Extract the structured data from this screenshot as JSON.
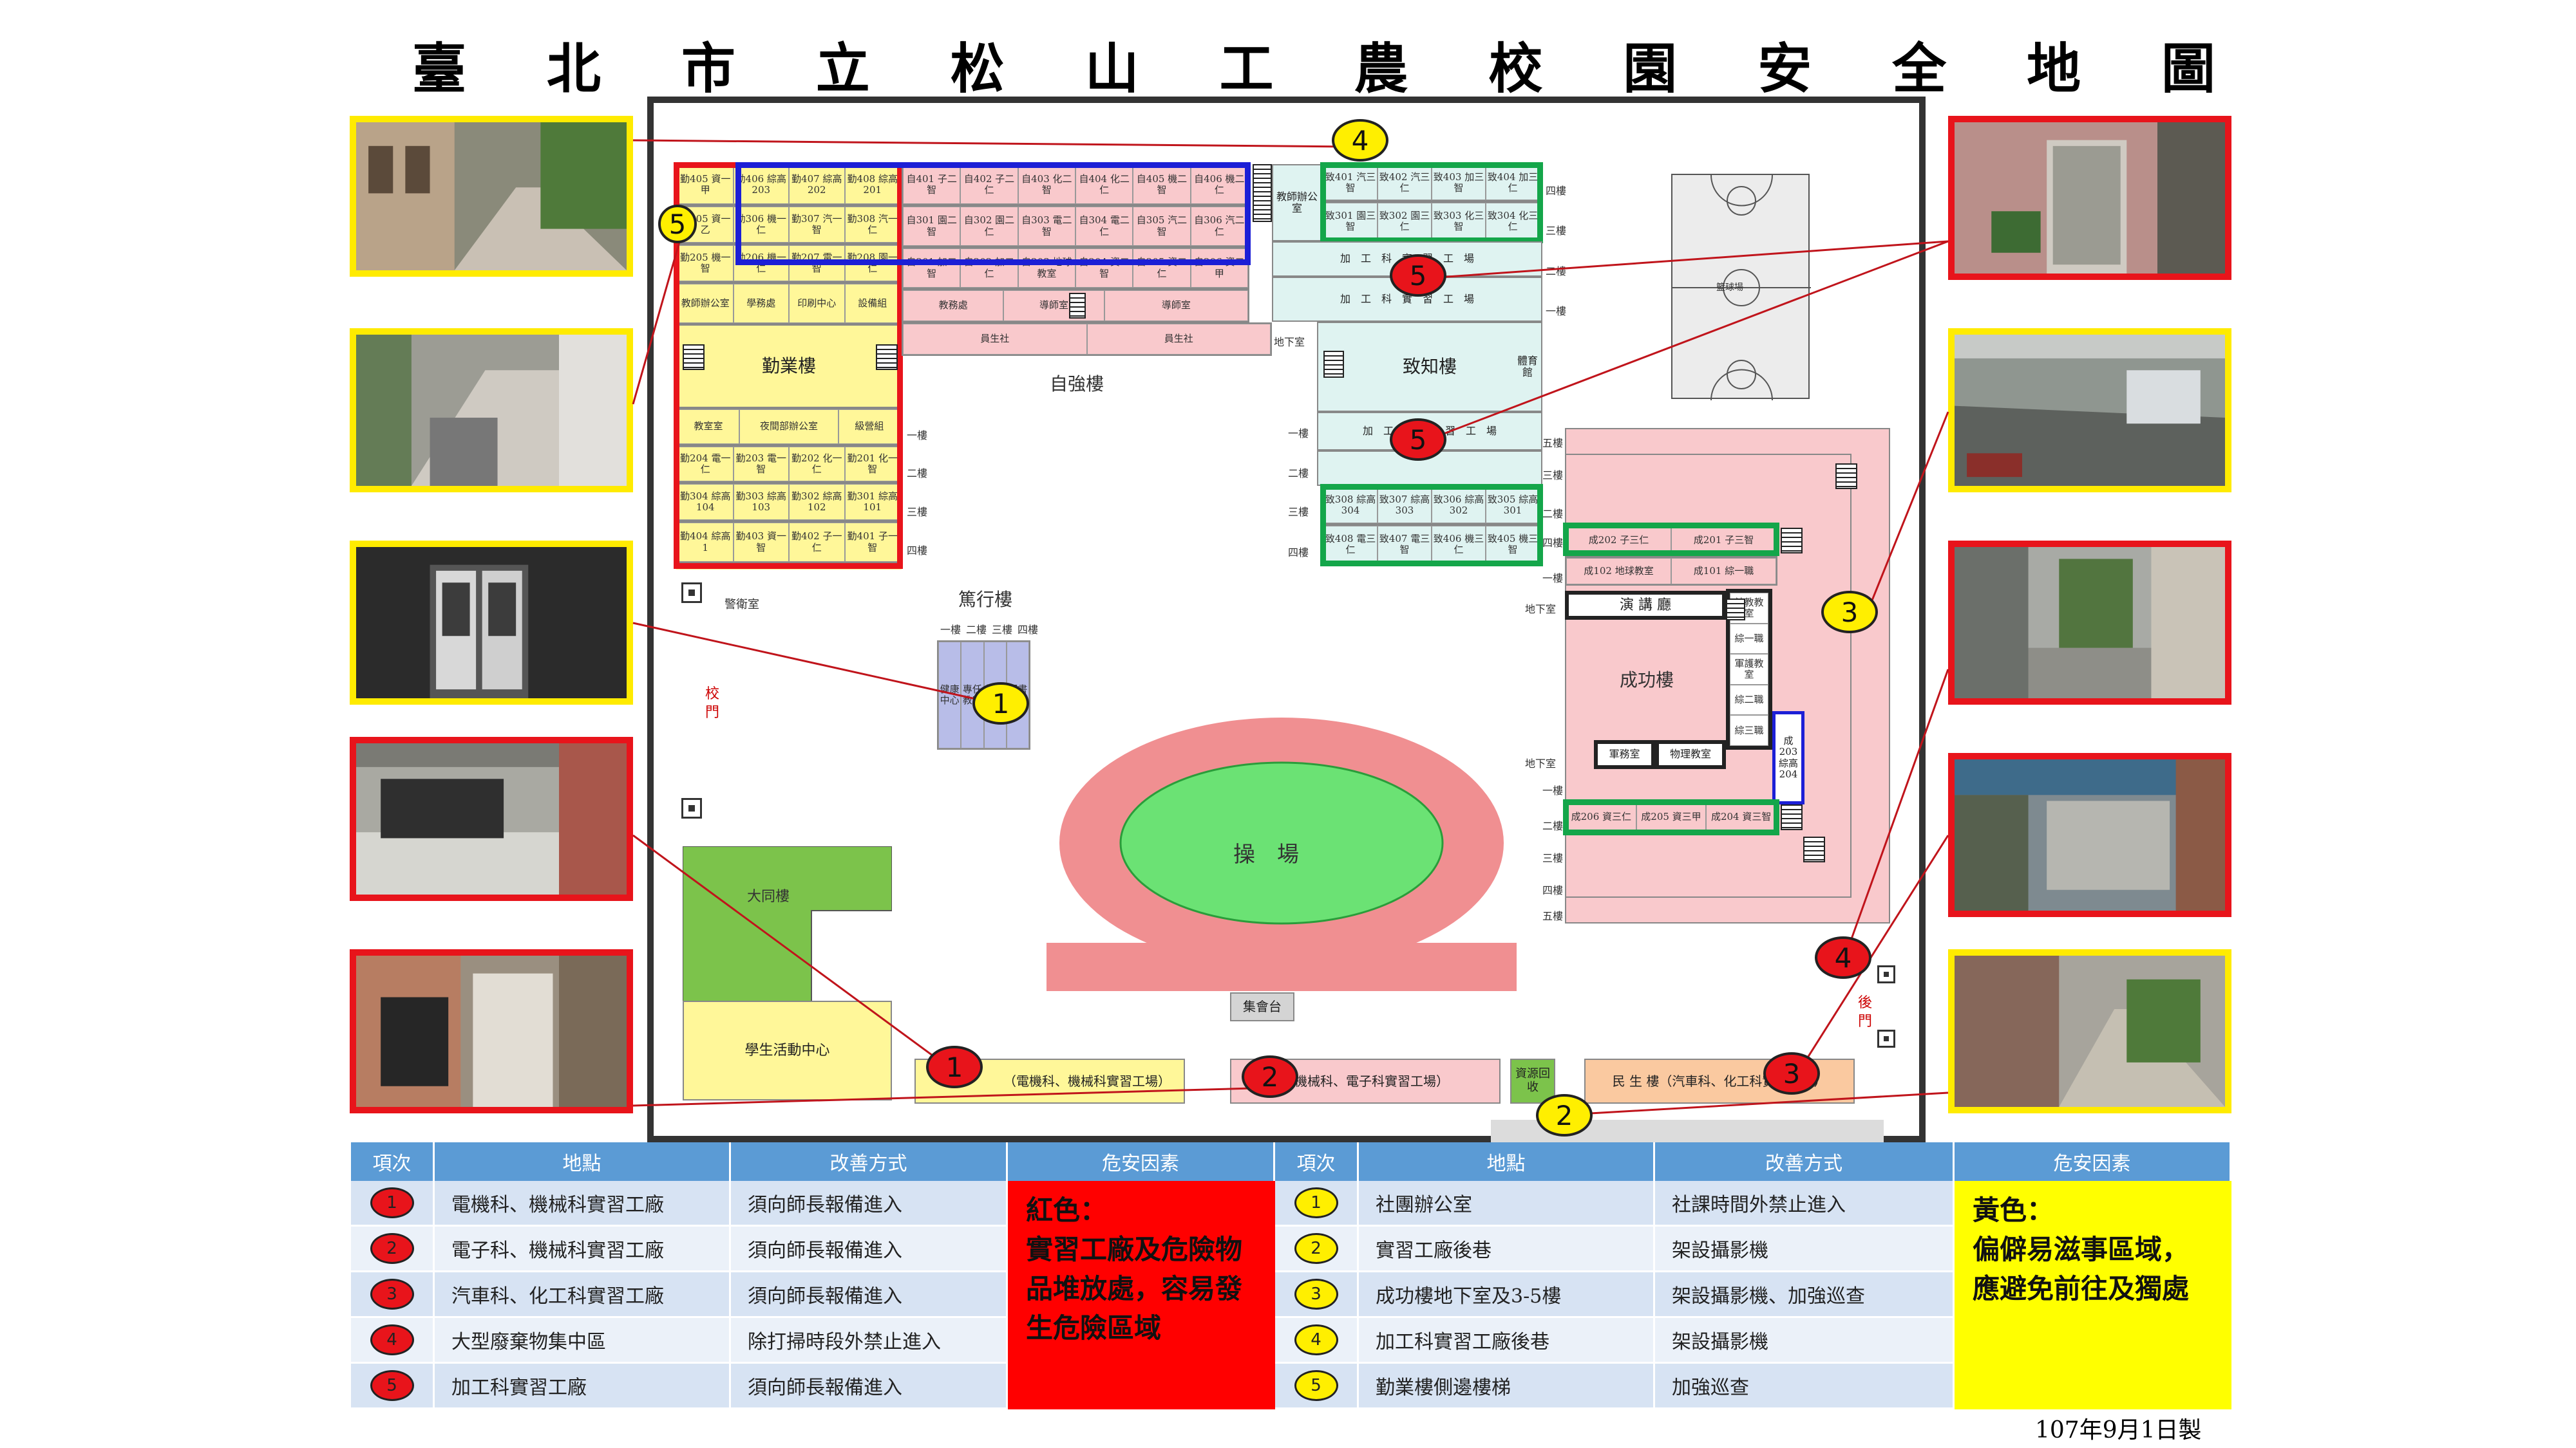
{
  "title": "臺北市立松山工農校園安全地圖",
  "footer_date": "107年9月1日製",
  "colors": {
    "red": "#e8141b",
    "yellow": "#ffef00",
    "blue": "#1c1fd6",
    "green": "#14a64a"
  },
  "buildings": {
    "qinye": "勤業樓",
    "ziqiang": "自強樓",
    "zhizhi": "致知樓",
    "duxing": "篤行樓",
    "chenggong": "成功樓",
    "datong": "大同樓",
    "student_center": "學生活動中心",
    "playground": "操　場",
    "assembly": "集會台",
    "basketball": "籃球場",
    "guard": "警衛室",
    "front_gate": "校門",
    "back_gate": "後門",
    "lecture_hall": "演 講 廳",
    "military": "軍務室",
    "physics": "物理教室",
    "hall_gym": "體育館",
    "workshop_elec": "（電機科、機械科實習工場）",
    "workshop_mech": "（機械科、電子科實習工場）",
    "recycle": "資源回收",
    "minsheng": "民 生 樓（汽車科、化工科實習工場）",
    "chem_workshop": "加　工　科　實　習　工　場",
    "basement": "地下室"
  },
  "floor_labels": [
    "一樓",
    "二樓",
    "三樓",
    "四樓",
    "五樓"
  ],
  "qinye_rooms": {
    "r5": [
      "勤405 資一甲",
      "勤406 綜高203",
      "勤407 綜高202",
      "勤408 綜高201"
    ],
    "r4": [
      "勤305 資一乙",
      "勤306 機一仁",
      "勤307 汽一智",
      "勤308 汽一仁"
    ],
    "r3": [
      "勤205 機一智",
      "勤206 機一仁",
      "勤207 電一智",
      "勤208 園一仁"
    ],
    "r2": [
      "教師辦公室",
      "學務處",
      "印刷中心",
      "設備組"
    ],
    "mid": [
      "教室室",
      "夜間部辦公室",
      "級營組"
    ],
    "l2": [
      "勤204 電一仁",
      "勤203 電一智",
      "勤202 化一仁",
      "勤201 化一智"
    ],
    "l3": [
      "勤304 綜高104",
      "勤303 綜高103",
      "勤302 綜高102",
      "勤301 綜高101"
    ],
    "l4": [
      "勤404 綜高1",
      "勤403 資一智",
      "勤402 子一仁",
      "勤401 子一智"
    ]
  },
  "ziqiang_rooms": {
    "r4": [
      "自401 子二智",
      "自402 子二仁",
      "自403 化二智",
      "自404 化二仁",
      "自405 機二智",
      "自406 機二仁"
    ],
    "r3": [
      "自301 園二智",
      "自302 園二仁",
      "自303 電二智",
      "自304 電二仁",
      "自305 汽二智",
      "自306 汽二仁"
    ],
    "r2": [
      "自201 加二智",
      "自202 加二仁",
      "自203 地球教室",
      "自204 資二智",
      "自205 資二仁",
      "自206 資二甲"
    ],
    "r1": [
      "教務處",
      "導師室",
      "導師室"
    ],
    "r0": [
      "員生社",
      "員生社"
    ]
  },
  "zhizhi_rooms": {
    "top4": [
      "致401 汽三智",
      "致402 汽三仁",
      "致403 加三智",
      "致404 加三仁"
    ],
    "top3": [
      "致301 園三智",
      "致302 園三仁",
      "致303 化三智",
      "致304 化三仁"
    ],
    "office": "教師辦公室",
    "b3": [
      "致308 綜高304",
      "致307 綜高303",
      "致306 綜高302",
      "致305 綜高301"
    ],
    "b4": [
      "致408 電三仁",
      "致407 電三智",
      "致406 機三仁",
      "致405 機三智"
    ]
  },
  "chenggong_rooms": {
    "top": [
      "成202 子三仁",
      "成201 子三智"
    ],
    "top2": [
      "成102 地球教室",
      "成101 綜一職"
    ],
    "side": [
      "社教教室",
      "綜一職",
      "軍護教室",
      "綜二職",
      "綜三職"
    ],
    "side_blue": "成203 綜高204",
    "bottom": [
      "成206 資三仁",
      "成205 資三甲",
      "成204 資三智"
    ]
  },
  "duxing_rooms": [
    "健康中心",
    "專任教室",
    "社團室",
    "圖書室"
  ],
  "table": {
    "headers": [
      "項次",
      "地點",
      "改善方式",
      "危安因素",
      "項次",
      "地點",
      "改善方式",
      "危安因素"
    ],
    "red_rows": [
      {
        "no": "1",
        "place": "電機科、機械科實習工廠",
        "fix": "須向師長報備進入"
      },
      {
        "no": "2",
        "place": "電子科、機械科實習工廠",
        "fix": "須向師長報備進入"
      },
      {
        "no": "3",
        "place": "汽車科、化工科實習工廠",
        "fix": "須向師長報備進入"
      },
      {
        "no": "4",
        "place": "大型廢棄物集中區",
        "fix": "除打掃時段外禁止進入"
      },
      {
        "no": "5",
        "place": "加工科實習工廠",
        "fix": "須向師長報備進入"
      }
    ],
    "yellow_rows": [
      {
        "no": "1",
        "place": "社團辦公室",
        "fix": "社課時間外禁止進入"
      },
      {
        "no": "2",
        "place": "實習工廠後巷",
        "fix": "架設攝影機"
      },
      {
        "no": "3",
        "place": "成功樓地下室及3-5樓",
        "fix": "架設攝影機、加強巡查"
      },
      {
        "no": "4",
        "place": "加工科實習工廠後巷",
        "fix": "架設攝影機"
      },
      {
        "no": "5",
        "place": "勤業樓側邊樓梯",
        "fix": "加強巡查"
      }
    ],
    "red_hazard": "紅色：\n實習工廠及危險物品堆放處，容易發生危險區域",
    "yellow_hazard": "黃色：\n偏僻易滋事區域，應避免前往及獨處"
  }
}
